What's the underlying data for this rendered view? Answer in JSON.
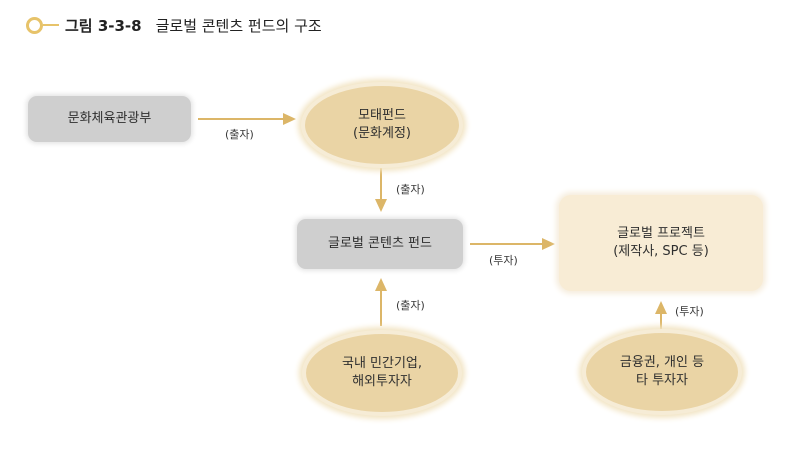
{
  "title": {
    "number": "그림 3-3-8",
    "text": "글로벌 콘텐츠 펀드의 구조"
  },
  "nodes": {
    "ministry": {
      "lines": [
        "문화체육관광부"
      ]
    },
    "mother_fund": {
      "lines": [
        "모태펀드",
        "(문화계정)"
      ]
    },
    "global_fund": {
      "lines": [
        "글로벌 콘텐츠 펀드"
      ]
    },
    "global_project": {
      "lines": [
        "글로벌 프로젝트",
        "(제작사, SPC 등)"
      ]
    },
    "private_investors": {
      "lines": [
        "국내 민간기업,",
        "해외투자자"
      ]
    },
    "financial_investors": {
      "lines": [
        "금융권, 개인 등",
        "타 투자자"
      ]
    }
  },
  "edges": {
    "ministry_to_mother": "(출자)",
    "mother_to_global": "(출자)",
    "private_to_global": "(출자)",
    "global_to_project": "(투자)",
    "financial_to_project": "(투자)"
  },
  "colors": {
    "arrow": "#dcb668",
    "grey_box": "#cfcfcf",
    "ellipse_fill": "#ead4a5",
    "project_fill": "#f8ecd5"
  }
}
